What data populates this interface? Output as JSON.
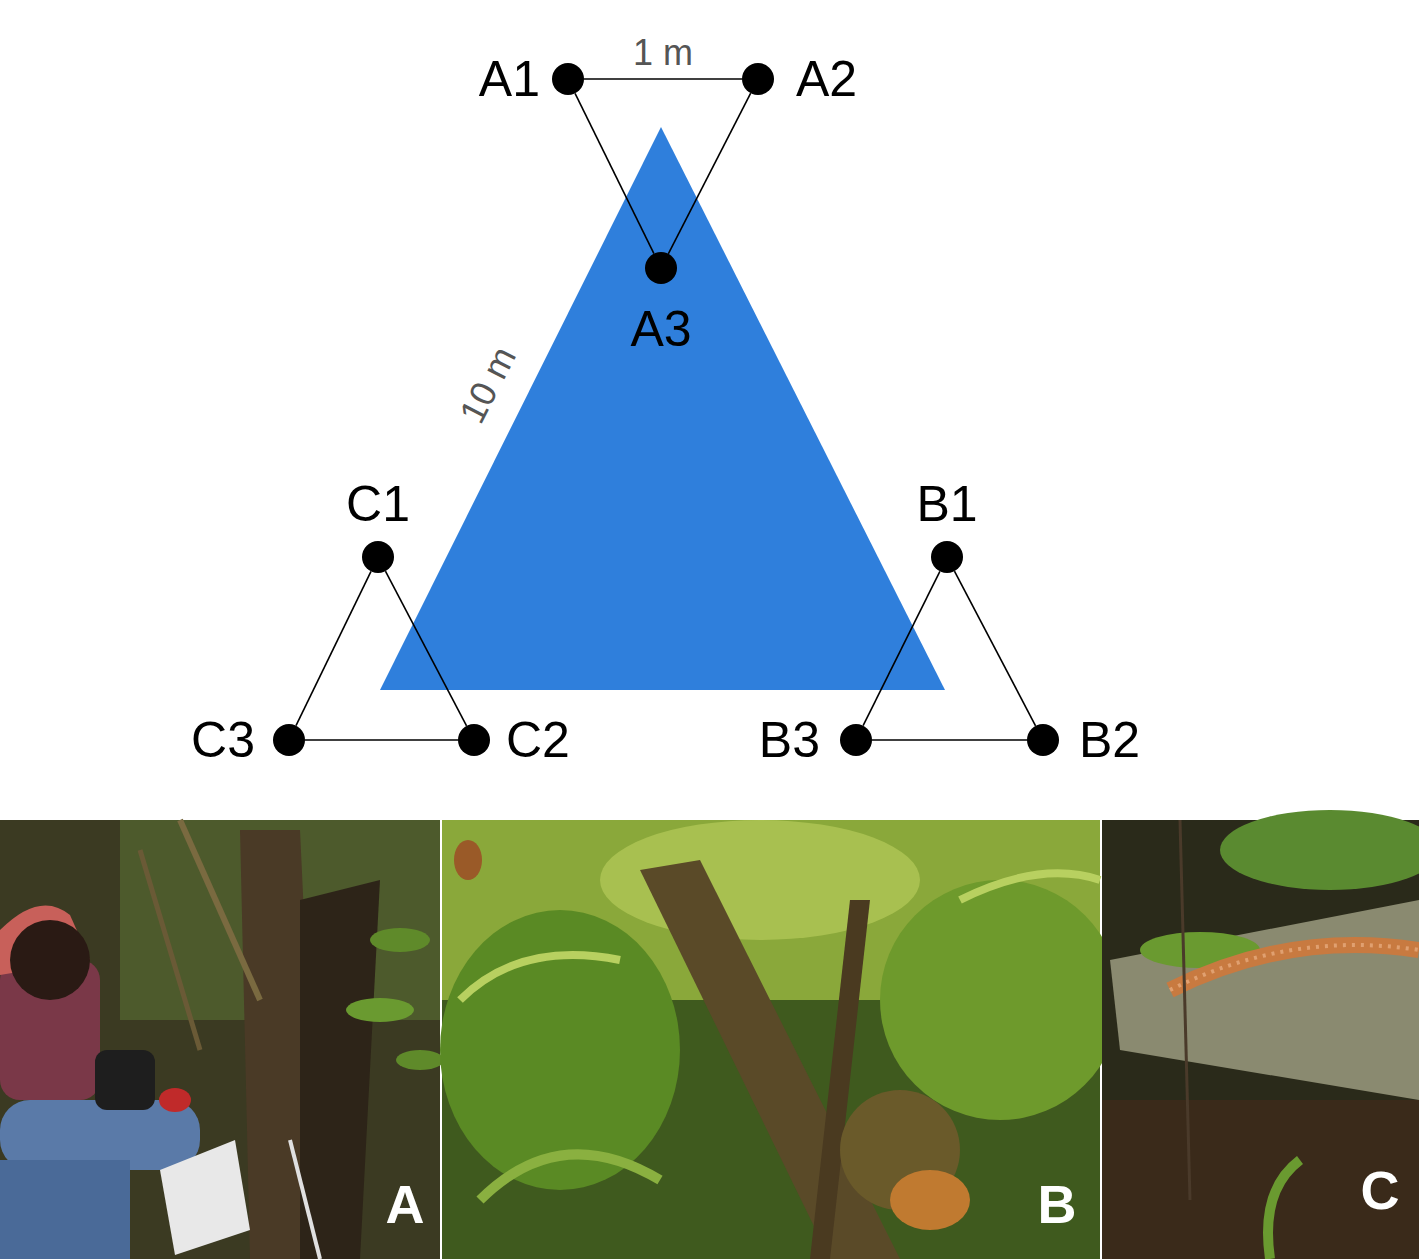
{
  "diagram": {
    "nodes": [
      {
        "text": [
          "A1"
        ]
      },
      {
        "text": [
          "A2"
        ]
      },
      {
        "text": [
          "A3"
        ]
      },
      {
        "text": [
          "C1"
        ]
      },
      {
        "text": [
          "B1"
        ]
      },
      {
        "text": [
          "C3"
        ]
      },
      {
        "text": [
          "C2"
        ]
      },
      {
        "text": [
          "B3"
        ]
      },
      {
        "text": [
          "B2"
        ]
      }
    ],
    "edges": [
      {
        "from": 0,
        "to": 1,
        "arrow": "none",
        "label": "1 m"
      },
      {
        "from": 0,
        "to": 2,
        "arrow": "none"
      },
      {
        "from": 1,
        "to": 2,
        "arrow": "none"
      },
      {
        "from": 3,
        "to": 5,
        "arrow": "none"
      },
      {
        "from": 3,
        "to": 6,
        "arrow": "none"
      },
      {
        "from": 5,
        "to": 6,
        "arrow": "none"
      },
      {
        "from": 4,
        "to": 7,
        "arrow": "none"
      },
      {
        "from": 4,
        "to": 8,
        "arrow": "none"
      },
      {
        "from": 7,
        "to": 8,
        "arrow": "none"
      }
    ],
    "labels": [
      "10 m",
      "A",
      "B",
      "C"
    ]
  }
}
